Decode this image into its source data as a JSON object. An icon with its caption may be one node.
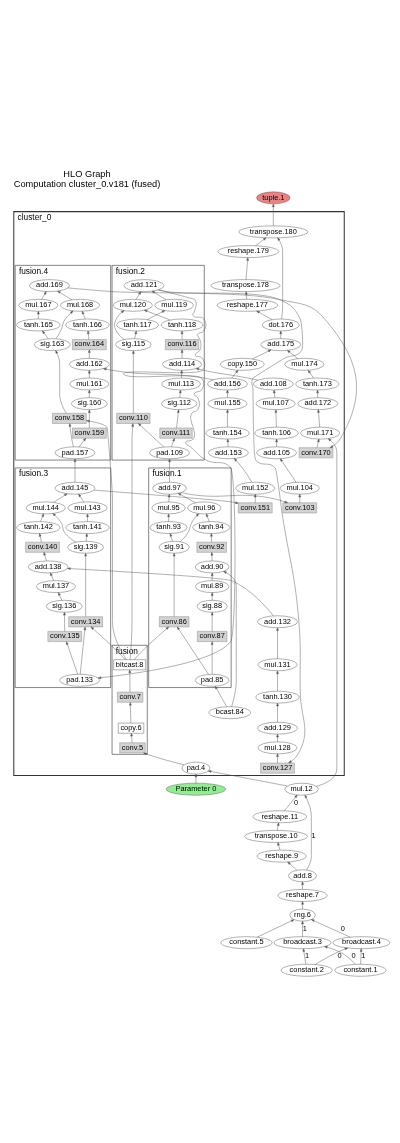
{
  "diagram": {
    "title": "HLO Graph",
    "caption": "Computation cluster_0.v181 (fused)",
    "nodes": [
      {
        "text": [
          "tuple.1"
        ]
      },
      {
        "text": [
          "cluster_0"
        ]
      },
      {
        "text": [
          "transpose.180"
        ],
        "in": 1
      },
      {
        "text": [
          "reshape.179"
        ],
        "in": 1
      },
      {
        "text": [
          "transpose.178"
        ],
        "in": 1
      },
      {
        "text": [
          "reshape.177"
        ],
        "in": 1
      },
      {
        "text": [
          "dot.176"
        ],
        "in": 1
      },
      {
        "text": [
          "add.175"
        ],
        "in": 1
      },
      {
        "text": [
          "mul.174"
        ],
        "in": 1
      },
      {
        "text": [
          "tanh.173"
        ],
        "in": 1
      },
      {
        "text": [
          "add.172"
        ],
        "in": 1
      },
      {
        "text": [
          "mul.171"
        ],
        "in": 1
      },
      {
        "text": [
          "conv.170"
        ],
        "in": 1
      },
      {
        "text": [
          "fusion.4"
        ],
        "in": 1
      },
      {
        "text": [
          "add.169"
        ],
        "in": 13
      },
      {
        "text": [
          "mul.168"
        ],
        "in": 13
      },
      {
        "text": [
          "mul.167"
        ],
        "in": 13
      },
      {
        "text": [
          "tanh.166"
        ],
        "in": 13
      },
      {
        "text": [
          "tanh.165"
        ],
        "in": 13
      },
      {
        "text": [
          "conv.164"
        ],
        "in": 13
      },
      {
        "text": [
          "sig.163"
        ],
        "in": 13
      },
      {
        "text": [
          "add.162"
        ],
        "in": 13
      },
      {
        "text": [
          "mul.161"
        ],
        "in": 13
      },
      {
        "text": [
          "sig.160"
        ],
        "in": 13
      },
      {
        "text": [
          "conv.159"
        ],
        "in": 13
      },
      {
        "text": [
          "conv.158"
        ],
        "in": 13
      },
      {
        "text": [
          "pad.157"
        ],
        "in": 13
      },
      {
        "text": [
          "add.108"
        ],
        "in": 1
      },
      {
        "text": [
          "mul.107"
        ],
        "in": 1
      },
      {
        "text": [
          "tanh.106"
        ],
        "in": 1
      },
      {
        "text": [
          "add.105"
        ],
        "in": 1
      },
      {
        "text": [
          "mul.104"
        ],
        "in": 1
      },
      {
        "text": [
          "conv.103"
        ],
        "in": 1
      },
      {
        "text": [
          "add.132"
        ],
        "in": 1
      },
      {
        "text": [
          "mul.131"
        ],
        "in": 1
      },
      {
        "text": [
          "tanh.130"
        ],
        "in": 1
      },
      {
        "text": [
          "add.129"
        ],
        "in": 1
      },
      {
        "text": [
          "mul.128"
        ],
        "in": 1
      },
      {
        "text": [
          "conv.127"
        ],
        "in": 1
      },
      {
        "text": [
          "add.156"
        ],
        "in": 1
      },
      {
        "text": [
          "mul.155"
        ],
        "in": 1
      },
      {
        "text": [
          "tanh.154"
        ],
        "in": 1
      },
      {
        "text": [
          "add.153"
        ],
        "in": 1
      },
      {
        "text": [
          "mul.152"
        ],
        "in": 1
      },
      {
        "text": [
          "conv.151"
        ],
        "in": 1
      },
      {
        "text": [
          "copy.150"
        ],
        "in": 1
      },
      {
        "text": [
          "fusion.3"
        ],
        "in": 1
      },
      {
        "text": [
          "add.145"
        ],
        "in": 46
      },
      {
        "text": [
          "mul.144"
        ],
        "in": 46
      },
      {
        "text": [
          "mul.143"
        ],
        "in": 46
      },
      {
        "text": [
          "tanh.142"
        ],
        "in": 46
      },
      {
        "text": [
          "tanh.141"
        ],
        "in": 46
      },
      {
        "text": [
          "conv.140"
        ],
        "in": 46
      },
      {
        "text": [
          "sig.139"
        ],
        "in": 46
      },
      {
        "text": [
          "add.138"
        ],
        "in": 46
      },
      {
        "text": [
          "mul.137"
        ],
        "in": 46
      },
      {
        "text": [
          "sig.136"
        ],
        "in": 46
      },
      {
        "text": [
          "conv.135"
        ],
        "in": 46
      },
      {
        "text": [
          "conv.134"
        ],
        "in": 46
      },
      {
        "text": [
          "pad.133"
        ],
        "in": 46
      },
      {
        "text": [
          "fusion.2"
        ],
        "in": 1
      },
      {
        "text": [
          "add.121"
        ],
        "in": 60
      },
      {
        "text": [
          "mul.120"
        ],
        "in": 60
      },
      {
        "text": [
          "mul.119"
        ],
        "in": 60
      },
      {
        "text": [
          "tanh.118"
        ],
        "in": 60
      },
      {
        "text": [
          "tanh.117"
        ],
        "in": 60
      },
      {
        "text": [
          "conv.116"
        ],
        "in": 60
      },
      {
        "text": [
          "sig.115"
        ],
        "in": 60
      },
      {
        "text": [
          "add.114"
        ],
        "in": 60
      },
      {
        "text": [
          "mul.113"
        ],
        "in": 60
      },
      {
        "text": [
          "sig.112"
        ],
        "in": 60
      },
      {
        "text": [
          "conv.111"
        ],
        "in": 60
      },
      {
        "text": [
          "conv.110"
        ],
        "in": 60
      },
      {
        "text": [
          "pad.109"
        ],
        "in": 60
      },
      {
        "text": [
          "bcast.84"
        ],
        "in": 1
      },
      {
        "text": [
          "fusion.1"
        ],
        "in": 1
      },
      {
        "text": [
          "add.97"
        ],
        "in": 75
      },
      {
        "text": [
          "mul.96"
        ],
        "in": 75
      },
      {
        "text": [
          "mul.95"
        ],
        "in": 75
      },
      {
        "text": [
          "tanh.94"
        ],
        "in": 75
      },
      {
        "text": [
          "tanh.93"
        ],
        "in": 75
      },
      {
        "text": [
          "conv.92"
        ],
        "in": 75
      },
      {
        "text": [
          "sig.91"
        ],
        "in": 75
      },
      {
        "text": [
          "add.90"
        ],
        "in": 75
      },
      {
        "text": [
          "mul.89"
        ],
        "in": 75
      },
      {
        "text": [
          "sig.88"
        ],
        "in": 75
      },
      {
        "text": [
          "conv.87"
        ],
        "in": 75
      },
      {
        "text": [
          "conv.86"
        ],
        "in": 75
      },
      {
        "text": [
          "pad.85"
        ],
        "in": 75
      },
      {
        "text": [
          "fusion"
        ],
        "in": 1
      },
      {
        "text": [
          "bitcast.8"
        ],
        "in": 89
      },
      {
        "text": [
          "conv.7"
        ],
        "in": 89
      },
      {
        "text": [
          "copy.6"
        ],
        "in": 89
      },
      {
        "text": [
          "conv.5"
        ],
        "in": 89
      },
      {
        "text": [
          "pad.4"
        ],
        "in": 1
      },
      {
        "text": [
          "Parameter 0"
        ]
      },
      {
        "text": [
          "mul.12"
        ]
      },
      {
        "text": [
          "reshape.11"
        ]
      },
      {
        "text": [
          "transpose.10"
        ]
      },
      {
        "text": [
          "reshape.9"
        ]
      },
      {
        "text": [
          "add.8"
        ]
      },
      {
        "text": [
          "reshape.7"
        ]
      },
      {
        "text": [
          "rng.6"
        ]
      },
      {
        "text": [
          "constant.5"
        ]
      },
      {
        "text": [
          "broadcast.4"
        ]
      },
      {
        "text": [
          "broadcast.3"
        ]
      },
      {
        "text": [
          "constant.2"
        ]
      },
      {
        "text": [
          "constant.1"
        ]
      }
    ],
    "edges": [
      {
        "from": 2,
        "to": 0,
        "arrow": "to"
      },
      {
        "from": 3,
        "to": 2,
        "arrow": "to"
      },
      {
        "from": 4,
        "to": 3,
        "arrow": "to"
      },
      {
        "from": 5,
        "to": 4,
        "arrow": "to"
      },
      {
        "from": 6,
        "to": 5,
        "arrow": "to"
      },
      {
        "from": 6,
        "to": 2,
        "arrow": "to"
      },
      {
        "from": 7,
        "to": 6,
        "arrow": "to"
      },
      {
        "from": 8,
        "to": 7,
        "arrow": "to"
      },
      {
        "from": 9,
        "to": 8,
        "arrow": "to"
      },
      {
        "from": 10,
        "to": 9,
        "arrow": "to"
      },
      {
        "from": 11,
        "to": 10,
        "arrow": "to"
      },
      {
        "from": 12,
        "to": 11,
        "arrow": "to"
      },
      {
        "from": 15,
        "to": 14,
        "arrow": "to"
      },
      {
        "from": 16,
        "to": 14,
        "arrow": "to"
      },
      {
        "from": 17,
        "to": 15,
        "arrow": "to"
      },
      {
        "from": 18,
        "to": 16,
        "arrow": "to"
      },
      {
        "from": 19,
        "to": 17,
        "arrow": "to"
      },
      {
        "from": 20,
        "to": 18,
        "arrow": "to"
      },
      {
        "from": 20,
        "to": 15,
        "arrow": "to"
      },
      {
        "from": 21,
        "to": 19,
        "arrow": "to"
      },
      {
        "from": 22,
        "to": 21,
        "arrow": "to"
      },
      {
        "from": 23,
        "to": 22,
        "arrow": "to"
      },
      {
        "from": 24,
        "to": 23,
        "arrow": "to"
      },
      {
        "from": 25,
        "to": 20,
        "arrow": "to"
      },
      {
        "from": 26,
        "to": 24,
        "arrow": "to"
      },
      {
        "from": 26,
        "to": 25,
        "arrow": "to"
      },
      {
        "from": 14,
        "to": 12,
        "arrow": "to"
      },
      {
        "from": 40,
        "to": 39,
        "arrow": "to"
      },
      {
        "from": 41,
        "to": 40,
        "arrow": "to"
      },
      {
        "from": 42,
        "to": 41,
        "arrow": "to"
      },
      {
        "from": 43,
        "to": 42,
        "arrow": "to"
      },
      {
        "from": 44,
        "to": 43,
        "arrow": "to"
      },
      {
        "from": 34,
        "to": 33,
        "arrow": "to"
      },
      {
        "from": 35,
        "to": 34,
        "arrow": "to"
      },
      {
        "from": 36,
        "to": 35,
        "arrow": "to"
      },
      {
        "from": 37,
        "to": 36,
        "arrow": "to"
      },
      {
        "from": 38,
        "to": 37,
        "arrow": "to"
      },
      {
        "from": 28,
        "to": 27,
        "arrow": "to"
      },
      {
        "from": 29,
        "to": 28,
        "arrow": "to"
      },
      {
        "from": 30,
        "to": 29,
        "arrow": "to"
      },
      {
        "from": 31,
        "to": 30,
        "arrow": "to"
      },
      {
        "from": 32,
        "to": 31,
        "arrow": "to"
      },
      {
        "from": 48,
        "to": 47,
        "arrow": "to"
      },
      {
        "from": 49,
        "to": 47,
        "arrow": "to"
      },
      {
        "from": 50,
        "to": 48,
        "arrow": "to"
      },
      {
        "from": 51,
        "to": 49,
        "arrow": "to"
      },
      {
        "from": 52,
        "to": 50,
        "arrow": "to"
      },
      {
        "from": 53,
        "to": 51,
        "arrow": "to"
      },
      {
        "from": 53,
        "to": 48,
        "arrow": "to"
      },
      {
        "from": 54,
        "to": 52,
        "arrow": "to"
      },
      {
        "from": 55,
        "to": 54,
        "arrow": "to"
      },
      {
        "from": 56,
        "to": 55,
        "arrow": "to"
      },
      {
        "from": 57,
        "to": 56,
        "arrow": "to"
      },
      {
        "from": 58,
        "to": 53,
        "arrow": "to"
      },
      {
        "from": 59,
        "to": 57,
        "arrow": "to"
      },
      {
        "from": 59,
        "to": 58,
        "arrow": "to"
      },
      {
        "from": 62,
        "to": 61,
        "arrow": "to"
      },
      {
        "from": 63,
        "to": 61,
        "arrow": "to"
      },
      {
        "from": 64,
        "to": 62,
        "arrow": "to"
      },
      {
        "from": 65,
        "to": 63,
        "arrow": "to"
      },
      {
        "from": 66,
        "to": 64,
        "arrow": "to"
      },
      {
        "from": 67,
        "to": 65,
        "arrow": "to"
      },
      {
        "from": 67,
        "to": 62,
        "arrow": "to"
      },
      {
        "from": 68,
        "to": 66,
        "arrow": "to"
      },
      {
        "from": 69,
        "to": 68,
        "arrow": "to"
      },
      {
        "from": 70,
        "to": 69,
        "arrow": "to"
      },
      {
        "from": 71,
        "to": 70,
        "arrow": "to"
      },
      {
        "from": 72,
        "to": 67,
        "arrow": "to"
      },
      {
        "from": 73,
        "to": 71,
        "arrow": "to"
      },
      {
        "from": 73,
        "to": 72,
        "arrow": "to"
      },
      {
        "from": 77,
        "to": 76,
        "arrow": "to"
      },
      {
        "from": 78,
        "to": 76,
        "arrow": "to"
      },
      {
        "from": 79,
        "to": 77,
        "arrow": "to"
      },
      {
        "from": 80,
        "to": 78,
        "arrow": "to"
      },
      {
        "from": 81,
        "to": 79,
        "arrow": "to"
      },
      {
        "from": 82,
        "to": 80,
        "arrow": "to"
      },
      {
        "from": 82,
        "to": 77,
        "arrow": "to"
      },
      {
        "from": 83,
        "to": 81,
        "arrow": "to"
      },
      {
        "from": 84,
        "to": 83,
        "arrow": "to"
      },
      {
        "from": 85,
        "to": 84,
        "arrow": "to"
      },
      {
        "from": 86,
        "to": 85,
        "arrow": "to"
      },
      {
        "from": 87,
        "to": 82,
        "arrow": "to"
      },
      {
        "from": 88,
        "to": 86,
        "arrow": "to"
      },
      {
        "from": 88,
        "to": 87,
        "arrow": "to"
      },
      {
        "from": 47,
        "to": 44,
        "arrow": "to"
      },
      {
        "from": 61,
        "to": 38,
        "arrow": "to"
      },
      {
        "from": 76,
        "to": 32,
        "arrow": "to"
      },
      {
        "from": 47,
        "to": 26,
        "arrow": "to"
      },
      {
        "from": 61,
        "to": 59,
        "arrow": "to"
      },
      {
        "from": 76,
        "to": 73,
        "arrow": "to"
      },
      {
        "from": 39,
        "to": 21,
        "arrow": "to"
      },
      {
        "from": 33,
        "to": 54,
        "arrow": "to"
      },
      {
        "from": 27,
        "to": 68,
        "arrow": "to"
      },
      {
        "from": 39,
        "to": 45,
        "arrow": "to"
      },
      {
        "from": 45,
        "to": 7,
        "arrow": "to"
      },
      {
        "from": 74,
        "to": 88,
        "arrow": "to"
      },
      {
        "from": 74,
        "to": 83,
        "arrow": "to"
      },
      {
        "from": 90,
        "to": 25,
        "arrow": "to"
      },
      {
        "from": 90,
        "to": 58,
        "arrow": "to"
      },
      {
        "from": 90,
        "to": 72,
        "arrow": "to"
      },
      {
        "from": 90,
        "to": 87,
        "arrow": "to"
      },
      {
        "from": 94,
        "to": 93,
        "arrow": "to"
      },
      {
        "from": 93,
        "to": 92,
        "arrow": "to"
      },
      {
        "from": 92,
        "to": 91,
        "arrow": "to"
      },
      {
        "from": 91,
        "to": 90,
        "arrow": "to"
      },
      {
        "from": 95,
        "to": 94,
        "arrow": "to"
      },
      {
        "from": 96,
        "to": 94,
        "arrow": "to"
      },
      {
        "from": 96,
        "to": 11,
        "arrow": "to"
      },
      {
        "from": 97,
        "to": 96,
        "arrow": "to",
        "label": "0"
      },
      {
        "from": 100,
        "to": 96,
        "arrow": "to",
        "label": "1"
      },
      {
        "from": 98,
        "to": 97,
        "arrow": "to"
      },
      {
        "from": 99,
        "to": 98,
        "arrow": "to"
      },
      {
        "from": 100,
        "to": 99,
        "arrow": "to"
      },
      {
        "from": 101,
        "to": 100,
        "arrow": "to"
      },
      {
        "from": 102,
        "to": 101,
        "arrow": "to"
      },
      {
        "from": 103,
        "to": 102,
        "arrow": "to"
      },
      {
        "from": 104,
        "to": 102,
        "arrow": "to",
        "label": "0"
      },
      {
        "from": 105,
        "to": 102,
        "arrow": "to",
        "label": "1"
      },
      {
        "from": 106,
        "to": 104,
        "arrow": "to",
        "label": "0"
      },
      {
        "from": 107,
        "to": 104,
        "arrow": "to",
        "label": "1"
      },
      {
        "from": 106,
        "to": 105,
        "arrow": "to",
        "label": "1"
      },
      {
        "from": 107,
        "to": 105,
        "arrow": "to",
        "label": "0"
      }
    ]
  }
}
